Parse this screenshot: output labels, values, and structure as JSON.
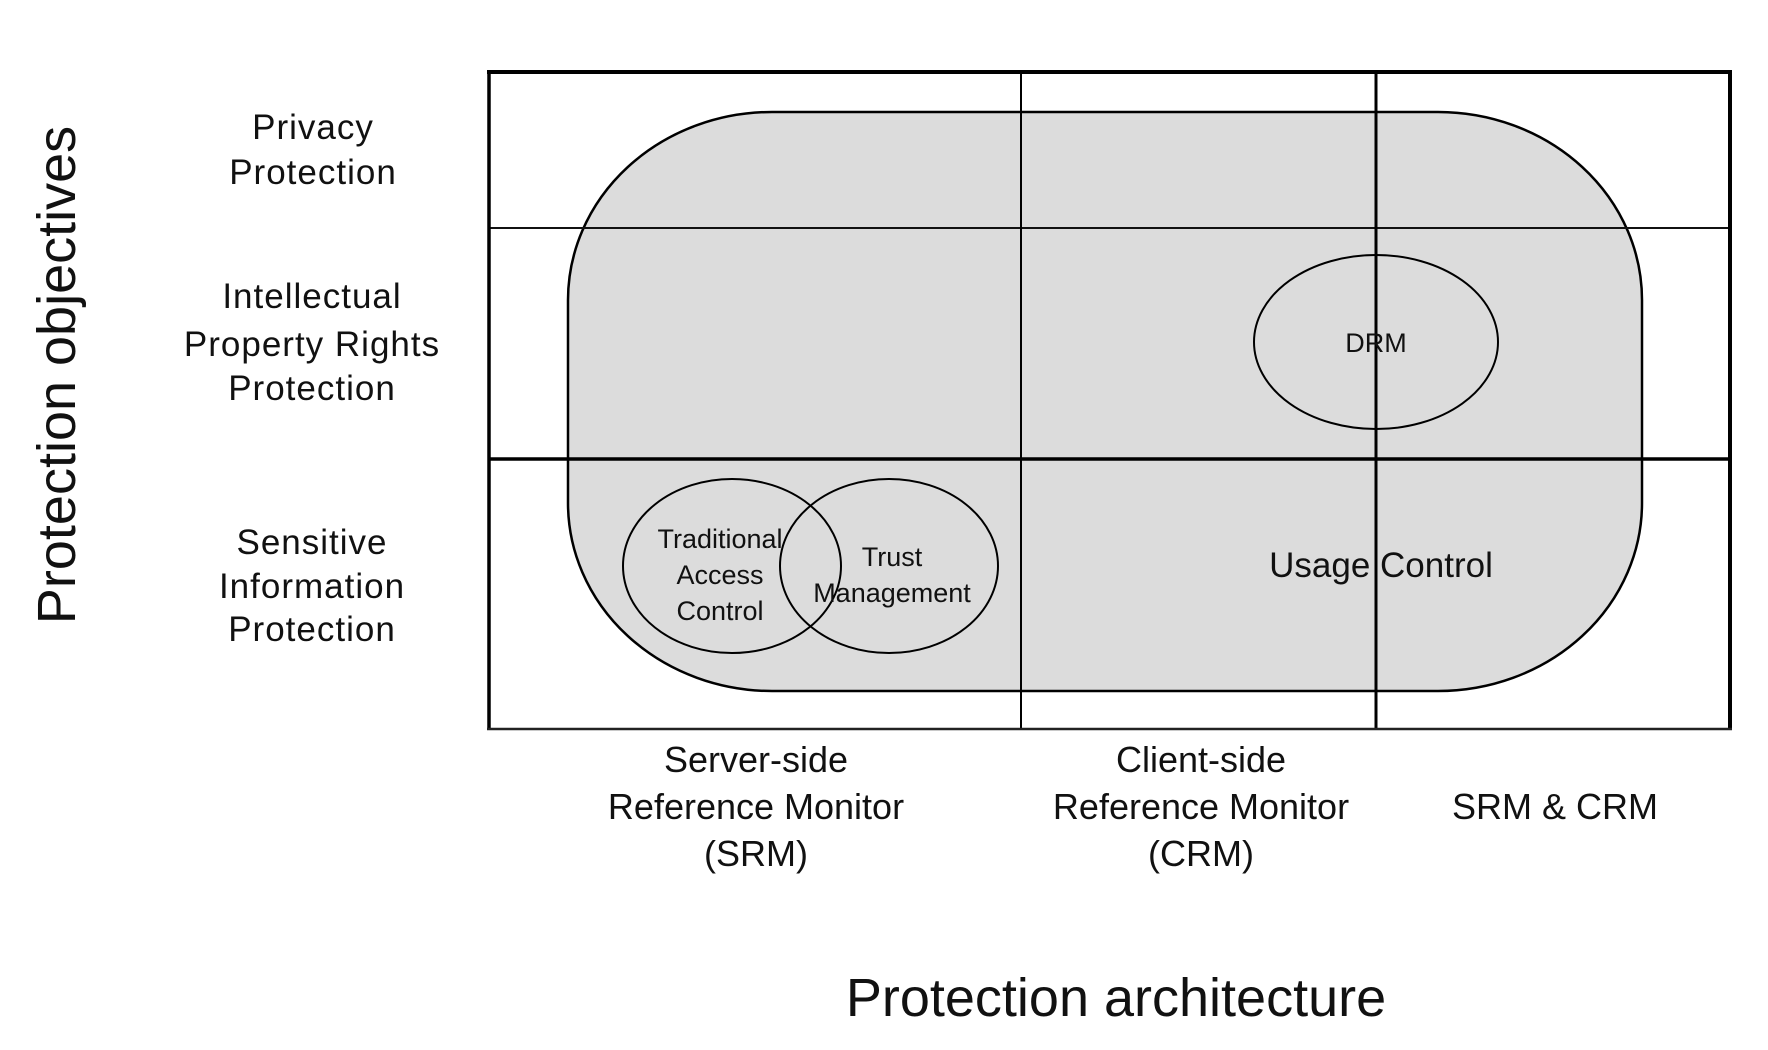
{
  "colors": {
    "region_fill": "#dcdcdc",
    "line": "#000000",
    "background": "#ffffff"
  },
  "axes": {
    "y_title": "Protection objectives",
    "x_title": "Protection architecture"
  },
  "rows": [
    {
      "lines": [
        "Privacy",
        "Protection"
      ]
    },
    {
      "lines": [
        "Intellectual",
        "Property Rights",
        "Protection"
      ]
    },
    {
      "lines": [
        "Sensitive",
        "Information",
        "Protection"
      ]
    }
  ],
  "columns": [
    {
      "lines": [
        "Server-side",
        "Reference Monitor",
        "(SRM)"
      ]
    },
    {
      "lines": [
        "Client-side",
        "Reference Monitor",
        "(CRM)"
      ]
    },
    {
      "lines": [
        "SRM & CRM"
      ]
    }
  ],
  "regions": {
    "usage_control": "Usage Control",
    "drm": "DRM",
    "traditional_access_control": [
      "Traditional",
      "Access",
      "Control"
    ],
    "trust_management": [
      "Trust",
      "Management"
    ]
  }
}
